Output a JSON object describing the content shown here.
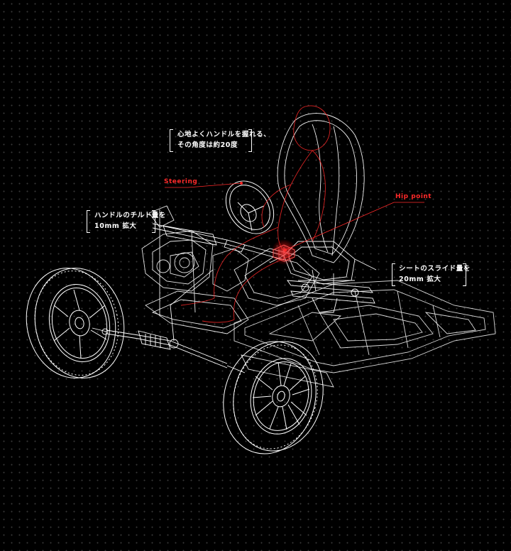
{
  "callouts": {
    "steering_angle": {
      "lines": [
        "心地よくハンドルを握れる、",
        "その角度は約20度"
      ]
    },
    "tilt": {
      "lines": [
        "ハンドルのチルト量を",
        "10mm 拡大"
      ]
    },
    "seat_slide": {
      "lines": [
        "シートのスライド量を",
        "20mm 拡大"
      ]
    }
  },
  "labels": {
    "steering": "Steering",
    "hip_point": "Hip point"
  },
  "colors": {
    "background": "#000000",
    "wireframe": "#ffffff",
    "accent": "#ff2a2a"
  }
}
